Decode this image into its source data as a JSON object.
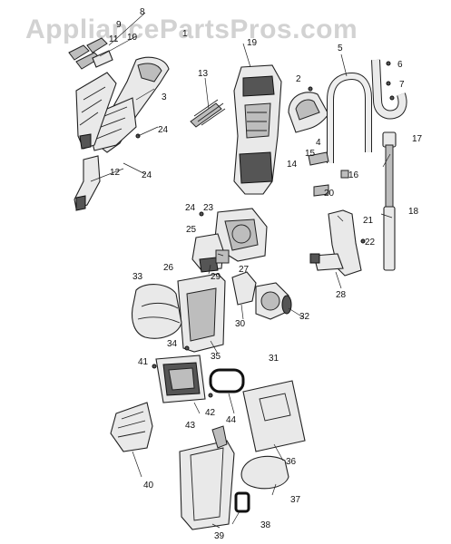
{
  "watermark": "AppliancePartsPros.com",
  "callouts": [
    "1",
    "2",
    "3",
    "4",
    "5",
    "6",
    "7",
    "8",
    "9",
    "10",
    "11",
    "12",
    "13",
    "14",
    "15",
    "16",
    "17",
    "18",
    "19",
    "20",
    "21",
    "22",
    "23",
    "24",
    "24",
    "24",
    "25",
    "26",
    "27",
    "28",
    "29",
    "30",
    "31",
    "32",
    "33",
    "34",
    "35",
    "36",
    "37",
    "38",
    "39",
    "40",
    "41",
    "42",
    "43",
    "44"
  ]
}
